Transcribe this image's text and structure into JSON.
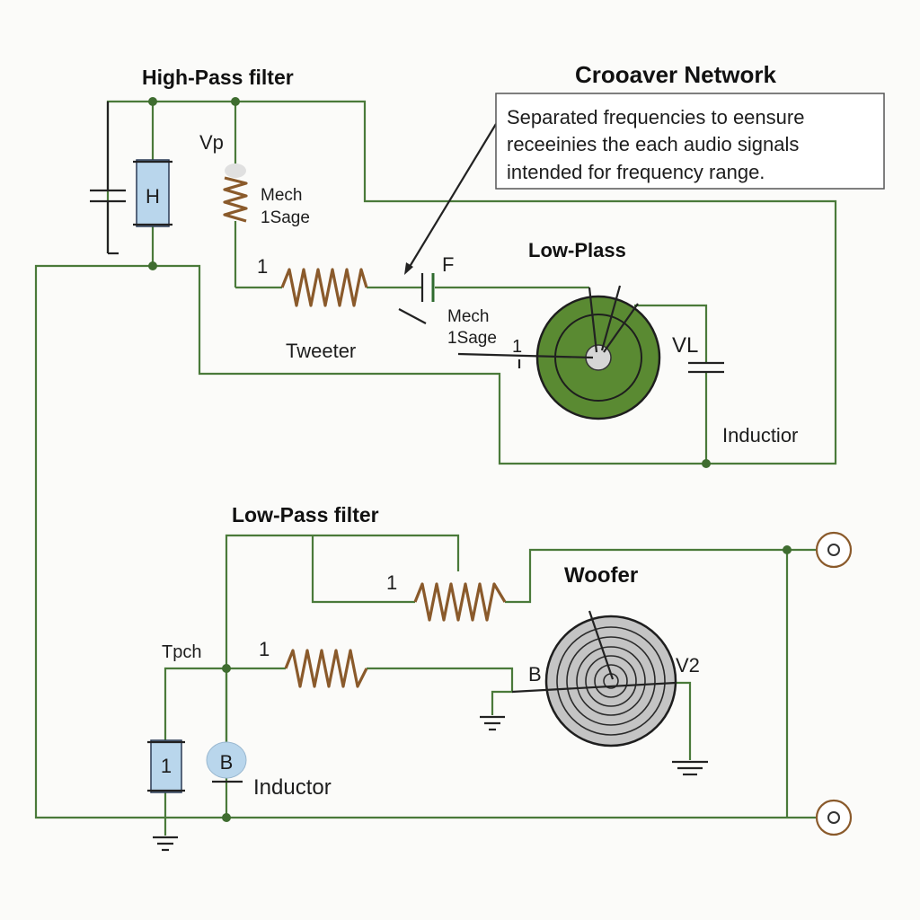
{
  "titles": {
    "high_pass": "High-Pass filter",
    "crossover": "Crooaver Network",
    "low_plass": "Low-Plass",
    "low_pass": "Low-Pass filter",
    "woofer": "Woofer"
  },
  "note": {
    "line1": "Separated frequencies to eensure",
    "line2": "receeinies the each audio signals",
    "line3": "intended for frequency range."
  },
  "labels": {
    "vp": "Vp",
    "h_cap": "H",
    "mech1": "Mech",
    "stage1": "1Sage",
    "one_tweeter_coil": "1",
    "f": "F",
    "mech2": "Mech",
    "stage2": "1Sage",
    "one_tweeter": "1",
    "tweeter": "Tweeter",
    "vl": "VL",
    "inductor_top": "Inductior",
    "one_lp_coil1": "1",
    "tpch": "Tpch",
    "one_lp_coil2": "1",
    "b_woofer": "B",
    "v2": "V2",
    "cap_one": "1",
    "b_bubble": "B",
    "inductor_bottom": "Inductor"
  },
  "colors": {
    "wire": "#4a7a3a",
    "coil": "#8a5a2b",
    "tweeter_cone": "#5a8a32",
    "woofer_cone": "#c4c4c4",
    "capacitor_fill": "#b9d6ec"
  }
}
